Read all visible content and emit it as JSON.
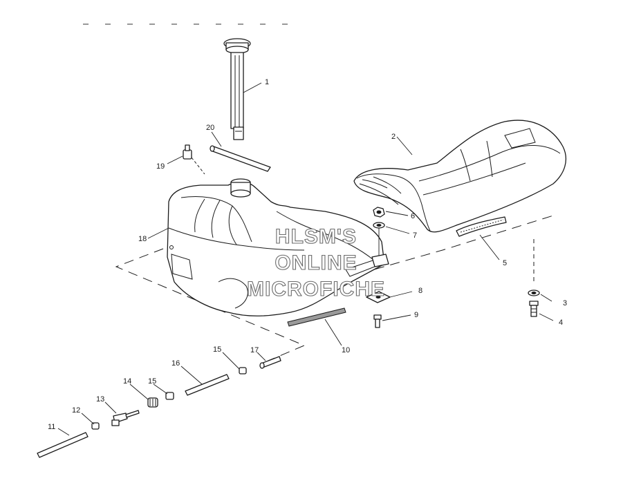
{
  "callouts": [
    {
      "id": "c1",
      "label": "1"
    },
    {
      "id": "c2",
      "label": "2"
    },
    {
      "id": "c3",
      "label": "3"
    },
    {
      "id": "c4",
      "label": "4"
    },
    {
      "id": "c5",
      "label": "5"
    },
    {
      "id": "c6",
      "label": "6"
    },
    {
      "id": "c7",
      "label": "7"
    },
    {
      "id": "c8",
      "label": "8"
    },
    {
      "id": "c9",
      "label": "9"
    },
    {
      "id": "c10",
      "label": "10"
    },
    {
      "id": "c11",
      "label": "11"
    },
    {
      "id": "c12",
      "label": "12"
    },
    {
      "id": "c13",
      "label": "13"
    },
    {
      "id": "c14",
      "label": "14"
    },
    {
      "id": "c15a",
      "label": "15"
    },
    {
      "id": "c15b",
      "label": "15"
    },
    {
      "id": "c16",
      "label": "16"
    },
    {
      "id": "c17",
      "label": "17"
    },
    {
      "id": "c18",
      "label": "18"
    },
    {
      "id": "c19",
      "label": "19"
    },
    {
      "id": "c20",
      "label": "20"
    }
  ],
  "watermark": {
    "line1": "HLSM'S",
    "line2": "ONLINE",
    "line3": "MICROFICHE"
  }
}
